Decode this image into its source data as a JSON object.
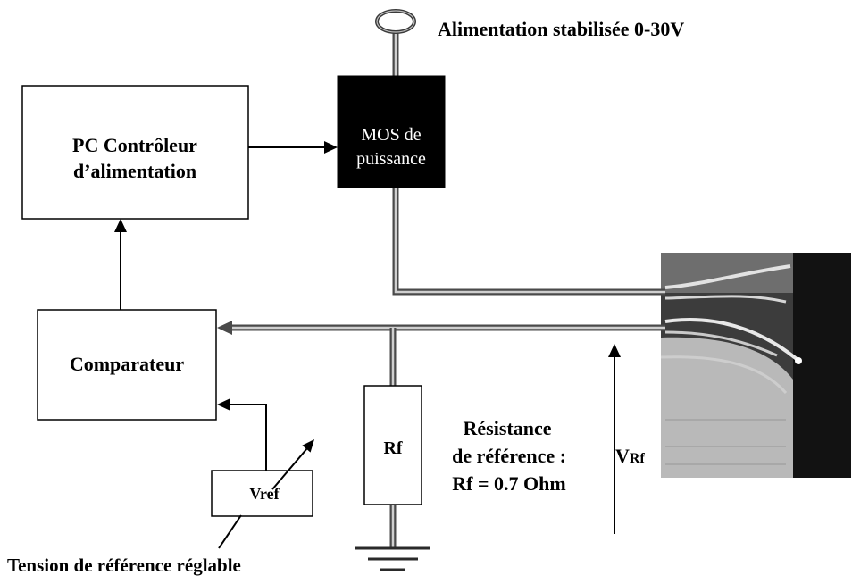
{
  "supply": {
    "label": "Alimentation stabilisée 0-30V"
  },
  "mos": {
    "lines": [
      "MOS de",
      "puissance"
    ]
  },
  "pc_controller": {
    "lines": [
      "PC Contrôleur",
      "d’alimentation"
    ]
  },
  "comparator": {
    "label": "Comparateur"
  },
  "reference_resistor": {
    "label": "Rf",
    "description": [
      "Résistance",
      "de référence :",
      "Rf = 0.7 Ohm"
    ]
  },
  "vref": {
    "label": "Vref",
    "caption": "Tension de référence réglable"
  },
  "vrf": {
    "main": "V",
    "sub": "Rf"
  },
  "colors": {
    "mos_fill": "#000000",
    "mos_text": "#ffffff",
    "wire_gray": "#4a4a4a",
    "background": "#ffffff"
  }
}
